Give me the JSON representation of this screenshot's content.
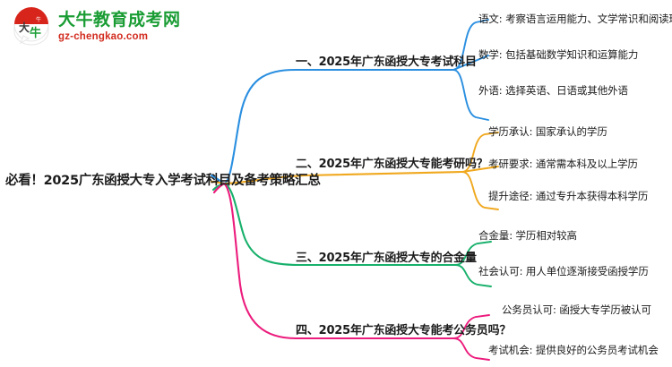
{
  "logo": {
    "mark_alt": "daniu-logo-icon",
    "cn_name": "大牛教育成考网",
    "domain": "gz-chengkao.com",
    "cn_color": "#1a9c34",
    "domain_color": "#d22a1e",
    "mark_red": "#d8251c",
    "mark_green": "#1a9c34"
  },
  "root": {
    "title": "必看！2025广东函授大专入学考试科目及备考策略汇总"
  },
  "palette": {
    "branch1": "#2a8fe0",
    "branch2": "#f0a81e",
    "branch3": "#17b06b",
    "branch4": "#ec1c7d"
  },
  "branches": [
    {
      "id": "branch-1",
      "label": "一、2025年广东函授大专考试科目",
      "color": "#2a8fe0",
      "children": [
        {
          "label": "语文: 考察语言运用能力、文学常识和阅读理解"
        },
        {
          "label": "数学: 包括基础数学知识和运算能力"
        },
        {
          "label": "外语: 选择英语、日语或其他外语"
        }
      ]
    },
    {
      "id": "branch-2",
      "label": "二、2025年广东函授大专能考研吗？",
      "color": "#f0a81e",
      "children": [
        {
          "label": "学历承认: 国家承认的学历"
        },
        {
          "label": "考研要求: 通常需本科及以上学历"
        },
        {
          "label": "提升途径: 通过专升本获得本科学历"
        }
      ]
    },
    {
      "id": "branch-3",
      "label": "三、2025年广东函授大专的合金量",
      "color": "#17b06b",
      "children": [
        {
          "label": "合金量: 学历相对较高"
        },
        {
          "label": "社会认可: 用人单位逐渐接受函授学历"
        }
      ]
    },
    {
      "id": "branch-4",
      "label": "四、2025年广东函授大专能考公务员吗？",
      "color": "#ec1c7d",
      "children": [
        {
          "label": "公务员认可: 函授大专学历被认可"
        },
        {
          "label": "考试机会: 提供良好的公务员考试机会"
        }
      ]
    }
  ]
}
